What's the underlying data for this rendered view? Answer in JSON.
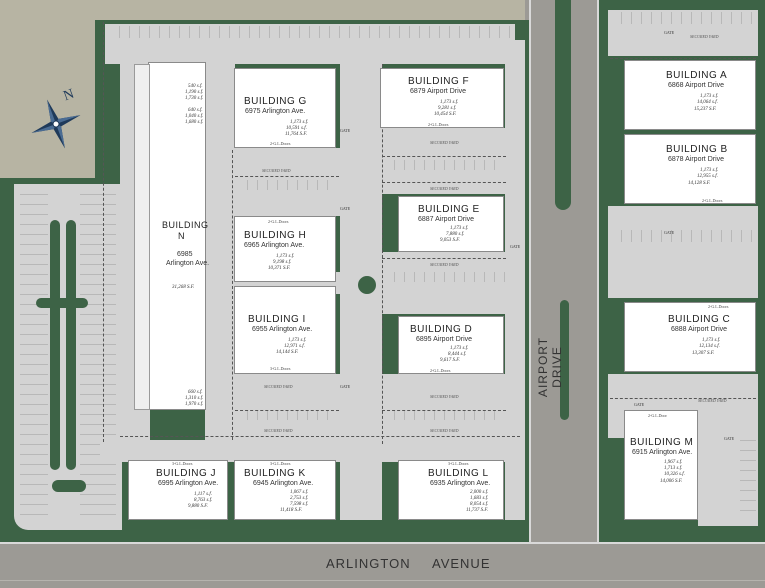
{
  "colors": {
    "landscape": "#3d6346",
    "pavement": "#d3d3d3",
    "street": "#9c9a95",
    "vacant": "#b7b4a3",
    "building": "#ffffff"
  },
  "compass": {
    "icon": "compass-rose-icon",
    "north": "N"
  },
  "streets": {
    "avenue": [
      "ARLINGTON",
      "AVENUE"
    ],
    "drive": "AIRPORT DRIVE"
  },
  "labels": {
    "secured_yard": "SECURED YARD",
    "gate": "GATE",
    "gl_doors": "2-G.L.Doors",
    "gl_doors_alt": "3-G.L.Doors",
    "gl_door_alt": "2-G.L.Door"
  },
  "buildings": {
    "g": {
      "name": "BUILDING G",
      "address": "6975 Arlington Ave.",
      "office": "1,173 s.f.",
      "warehouse": "10,591 s.f.",
      "total": "11,764 S.F."
    },
    "f": {
      "name": "BUILDING F",
      "address": "6879 Airport Drive",
      "office": "1,173 s.f.",
      "warehouse": "9,281 s.f.",
      "total": "10,454 S.F."
    },
    "a": {
      "name": "BUILDING A",
      "address": "6868 Airport Drive",
      "office": "1,173 s.f.",
      "warehouse": "14,064 s.f.",
      "total": "15,237 S.F."
    },
    "b": {
      "name": "BUILDING B",
      "address": "6878 Airport Drive",
      "office": "1,173 s.f.",
      "warehouse": "12,955 s.f.",
      "total": "14,128 S.F."
    },
    "n": {
      "name": "BUILDING",
      "letter": "N",
      "number": "6985",
      "street": "Arlington Ave.",
      "total": "31,268 S.F.",
      "top_office": "540 s.f.",
      "top_warehouse": "1,190 s.f.",
      "top_total": "1,730 s.f.",
      "mid_office": "640 s.f.",
      "mid_warehouse": "1,040 s.f.",
      "mid_total": "1,680 s.f.",
      "bot_office": "660 s.f.",
      "bot_warehouse": "1,310 s.f.",
      "bot_total": "1,970 s.f."
    },
    "h": {
      "name": "BUILDING H",
      "address": "6965 Arlington Ave.",
      "office": "1,173 s.f.",
      "warehouse": "9,198 s.f.",
      "total": "10,371 S.F."
    },
    "e": {
      "name": "BUILDING E",
      "address": "6887 Airport Drive",
      "office": "1,173 s.f.",
      "warehouse": "7,880 s.f.",
      "total": "9,053 S.F."
    },
    "i": {
      "name": "BUILDING I",
      "address": "6955 Arlington Ave.",
      "office": "1,173 s.f.",
      "warehouse": "12,971 s.f.",
      "total": "14,144 S.F."
    },
    "d": {
      "name": "BUILDING D",
      "address": "6895 Airport Drive",
      "office": "1,173 s.f.",
      "warehouse": "8,444 s.f.",
      "total": "9,617 S.F."
    },
    "c": {
      "name": "BUILDING C",
      "address": "6888 Airport Drive",
      "office": "1,173 s.f.",
      "warehouse": "12,134 s.f.",
      "total": "13,307 S.F."
    },
    "j": {
      "name": "BUILDING J",
      "address": "6995 Arlington Ave.",
      "office": "1,117 s.f.",
      "warehouse": "8,763 s.f.",
      "total": "9,880 S.F."
    },
    "k": {
      "name": "BUILDING K",
      "address": "6945 Arlington Ave.",
      "office": "1,067 s.f.",
      "office_mezz": "2,753 s.f.",
      "warehouse": "7,598 s.f.",
      "total": "11,418 S.F."
    },
    "l": {
      "name": "BUILDING L",
      "address": "6935 Arlington Ave.",
      "office": "2,000 s.f.",
      "office_mezz": "1,683 s.f.",
      "warehouse": "8,054 s.f.",
      "total": "11,737 S.F."
    },
    "m": {
      "name": "BUILDING M",
      "address": "6915 Arlington Ave.",
      "office": "1,967 s.f.",
      "office_mezz": "1,713 s.f.",
      "warehouse": "10,326 s.f.",
      "total": "14,006 S.F."
    }
  }
}
